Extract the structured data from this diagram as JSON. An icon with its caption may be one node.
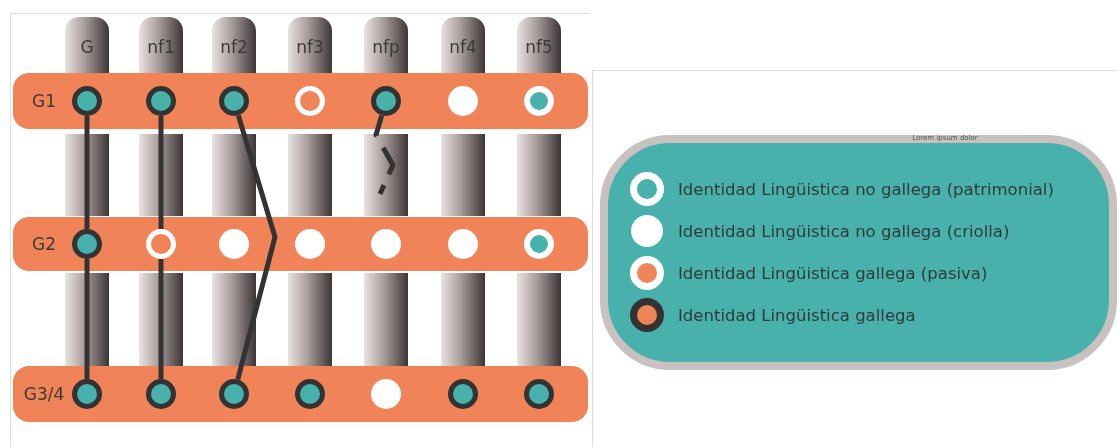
{
  "diagram": {
    "nodes": [
      {
        "text": [
          "G"
        ]
      },
      {
        "text": [
          "nf1"
        ]
      },
      {
        "text": [
          "nf2"
        ]
      },
      {
        "text": [
          "nf3"
        ]
      },
      {
        "text": [
          "nfp"
        ]
      },
      {
        "text": [
          "nf4"
        ]
      },
      {
        "text": [
          "nf5"
        ]
      },
      {
        "text": [
          "G1"
        ]
      },
      {
        "text": [
          "G2"
        ]
      },
      {
        "text": [
          "G3/4"
        ]
      },
      {
        "text": [],
        "shape": "circle",
        "in": 7
      },
      {
        "text": [],
        "shape": "circle",
        "in": 7
      },
      {
        "text": [],
        "shape": "circle",
        "in": 7
      },
      {
        "text": [],
        "shape": "circle",
        "in": 7
      },
      {
        "text": [],
        "shape": "circle",
        "in": 7
      },
      {
        "text": [],
        "shape": "circle",
        "in": 7
      },
      {
        "text": [],
        "shape": "circle",
        "in": 7
      },
      {
        "text": [],
        "shape": "circle",
        "in": 8
      },
      {
        "text": [],
        "shape": "circle",
        "in": 8
      },
      {
        "text": [],
        "shape": "circle",
        "in": 8
      },
      {
        "text": [],
        "shape": "circle",
        "in": 8
      },
      {
        "text": [],
        "shape": "circle",
        "in": 8
      },
      {
        "text": [],
        "shape": "circle",
        "in": 8
      },
      {
        "text": [],
        "shape": "circle",
        "in": 8
      },
      {
        "text": [],
        "shape": "circle",
        "in": 9
      },
      {
        "text": [],
        "shape": "circle",
        "in": 9
      },
      {
        "text": [],
        "shape": "circle",
        "in": 9
      },
      {
        "text": [],
        "shape": "circle",
        "in": 9
      },
      {
        "text": [],
        "shape": "circle",
        "in": 9
      },
      {
        "text": [],
        "shape": "circle",
        "in": 9
      },
      {
        "text": [],
        "shape": "circle",
        "in": 9
      }
    ],
    "edges": [
      {
        "from": 10,
        "to": 17,
        "arrow": "none"
      },
      {
        "from": 17,
        "to": 24,
        "arrow": "none"
      },
      {
        "from": 11,
        "to": 18,
        "arrow": "none"
      },
      {
        "from": 18,
        "to": 25,
        "arrow": "none"
      },
      {
        "from": 12,
        "to": 26,
        "arrow": "none"
      },
      {
        "from": 14,
        "to": null,
        "arrow": "none",
        "style": "dashed"
      }
    ],
    "labels": [
      "Lorem ipsum dolor"
    ],
    "legend": [
      {
        "text": "Identidad Lingüistica no gallega (patrimonial)"
      },
      {
        "text": "Identidad Lingüistica no gallega (criolla)"
      },
      {
        "text": "Identidad Lingüistica gallega (pasiva)"
      },
      {
        "text": "Identidad Lingüistica gallega"
      }
    ]
  }
}
